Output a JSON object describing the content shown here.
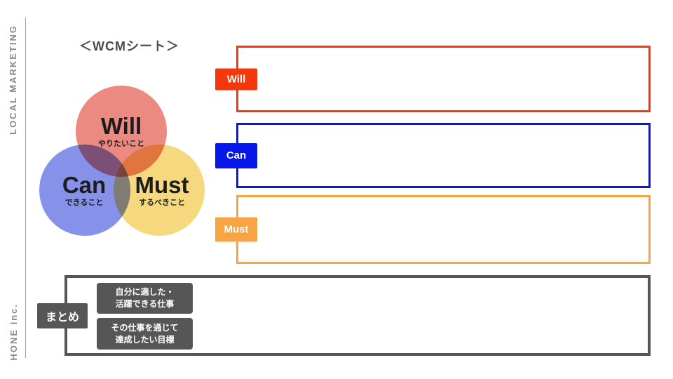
{
  "page": {
    "title": "＜WCMシート＞"
  },
  "sidebar": {
    "top_text": "LOCAL MARKETING",
    "bottom_text": "HONE Inc."
  },
  "venn": {
    "circles": [
      {
        "id": "will",
        "label": "Will",
        "sublabel": "やりたいこと",
        "color": "#EA8A81"
      },
      {
        "id": "can",
        "label": "Can",
        "sublabel": "できること",
        "color": "#8692E9"
      },
      {
        "id": "must",
        "label": "Must",
        "sublabel": "するべきこと",
        "color": "#F6D97E"
      }
    ]
  },
  "rows": [
    {
      "id": "will",
      "tab_label": "Will",
      "accent": "#F4380B",
      "content": ""
    },
    {
      "id": "can",
      "tab_label": "Can",
      "accent": "#0617E8",
      "content": ""
    },
    {
      "id": "must",
      "tab_label": "Must",
      "accent": "#F8A444",
      "content": ""
    }
  ],
  "summary": {
    "tab_label": "まとめ",
    "accent": "#565657",
    "items": [
      {
        "line1": "自分に適した・",
        "line2": "活躍できる仕事"
      },
      {
        "line1": "その仕事を通じて",
        "line2": "達成したい目標"
      }
    ],
    "content": ""
  }
}
